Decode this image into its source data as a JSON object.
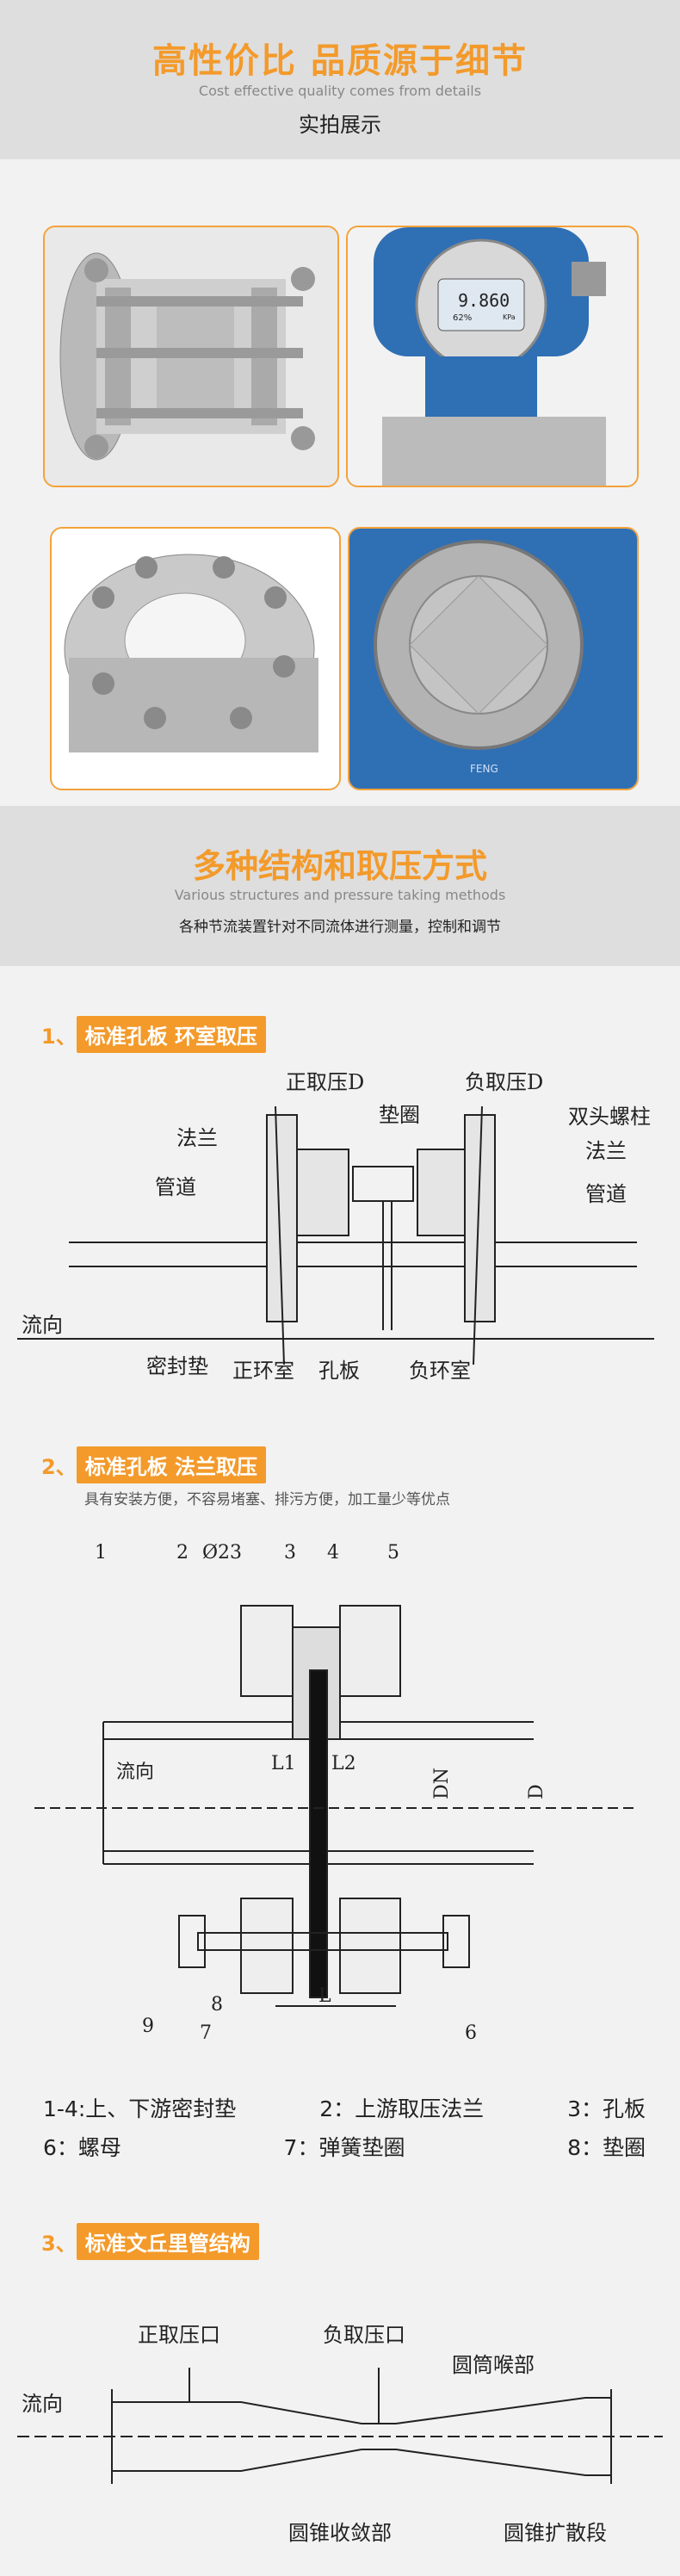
{
  "header": {
    "title": "高性价比  品质源于细节",
    "subtitle": "Cost effective quality comes from details",
    "section_title": "实拍展示"
  },
  "photos": {
    "display_value": "9.860",
    "display_percent": "62%",
    "display_unit": "KPa",
    "brand_mark": "FENG"
  },
  "structures": {
    "title": "多种结构和取压方式",
    "subtitle": "Various structures and pressure taking methods",
    "description": "各种节流装置针对不同流体进行测量，控制和调节"
  },
  "section1": {
    "number": "1、",
    "label": "标准孔板  环室取压",
    "labels": {
      "pos_tap": "正取压D",
      "neg_tap": "负取压D",
      "gasket_ring": "垫圈",
      "stud": "双头螺柱",
      "flange_left": "法兰",
      "flange_right": "法兰",
      "pipe_left": "管道",
      "pipe_right": "管道",
      "flow": "流向",
      "seal": "密封垫",
      "pos_chamber": "正环室",
      "orifice": "孔板",
      "neg_chamber": "负环室"
    }
  },
  "section2": {
    "number": "2、",
    "label": "标准孔板  法兰取压",
    "description": "具有安装方便，不容易堵塞、排污方便，加工量少等优点",
    "labels": {
      "n1": "1",
      "n2": "2",
      "dia": "Ø23",
      "n3": "3",
      "n4": "4",
      "n5": "5",
      "l1": "L1",
      "l2": "L2",
      "dn": "DN",
      "d": "D",
      "flow": "流向",
      "n9": "9",
      "n8": "8",
      "n7": "7",
      "l": "L",
      "n6": "6"
    },
    "legend": [
      "1-4:上、下游密封垫",
      "2：上游取压法兰",
      "3：孔板",
      "6：螺母",
      "7：弹簧垫圈",
      "8：垫圈"
    ]
  },
  "section3": {
    "number": "3、",
    "label": "标准文丘里管结构",
    "labels": {
      "pos_tap": "正取压口",
      "neg_tap": "负取压口",
      "throat": "圆筒喉部",
      "flow": "流向",
      "converge": "圆锥收敛部",
      "diverge": "圆锥扩散段"
    }
  },
  "colors": {
    "accent": "#f39a2b",
    "band": "#dedede",
    "device_blue": "#2f6fb4"
  }
}
